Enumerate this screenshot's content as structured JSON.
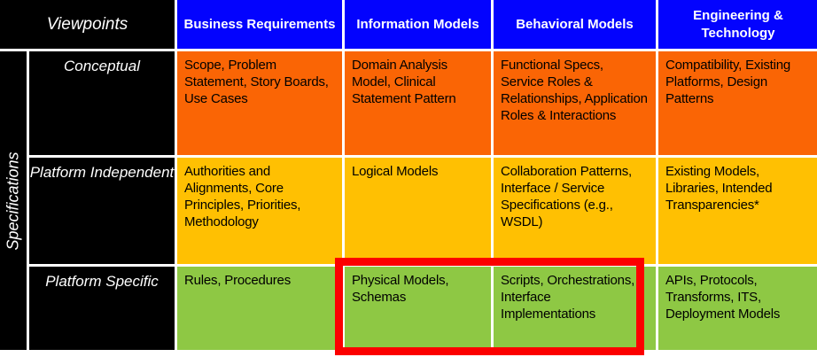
{
  "table": {
    "corner_label": "Viewpoints",
    "side_label": "Specifications",
    "columns": [
      "Business Requirements",
      "Information Models",
      "Behavioral Models",
      "Engineering & Technology"
    ],
    "rows": [
      {
        "label": "Conceptual",
        "cells": [
          "Scope, Problem Statement, Story Boards, Use Cases",
          "Domain Analysis Model, Clinical Statement Pattern",
          "Functional Specs, Service Roles & Relationships, Application Roles & Interactions",
          "Compatibility, Existing Platforms, Design Patterns"
        ]
      },
      {
        "label": "Platform Independent",
        "cells": [
          "Authorities and Alignments,  Core Principles, Priorities, Methodology",
          "Logical Models",
          "Collaboration Patterns, Interface / Service Specifications  (e.g., WSDL)",
          "Existing Models, Libraries, Intended Transparencies*"
        ]
      },
      {
        "label": "Platform Specific",
        "cells": [
          "Rules, Procedures",
          "Physical Models, Schemas",
          "Scripts, Orchestrations, Interface Implementations",
          "APIs, Protocols, Transforms, ITS, Deployment Models"
        ]
      }
    ]
  },
  "highlight": {
    "description": "red rectangle emphasizing Information Models and Behavioral Models cells of the Platform Specific row"
  },
  "colors": {
    "header_bg": "#0303fe",
    "label_bg": "#000000",
    "row1_bg": "#fa6505",
    "row2_bg": "#ffc002",
    "row3_bg": "#8ec844",
    "highlight_border": "#fc0000"
  }
}
